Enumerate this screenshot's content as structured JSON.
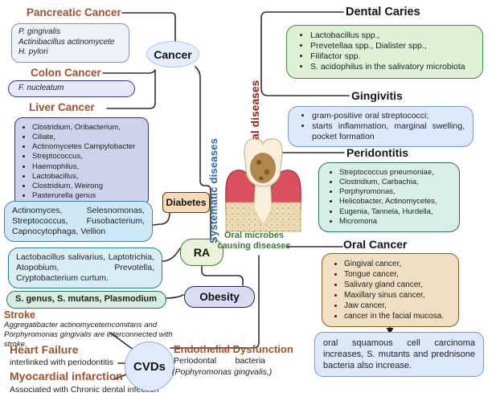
{
  "title_caption": "Oral microbes causing diseases",
  "colors": {
    "heading_brown": "#a5502c",
    "oral_diseases_red": "#a21616",
    "systematic_blue": "#2b66ad",
    "microbes_green": "#3a7a35",
    "connector_line": "#2e2e2e",
    "cancer_node_fill": "#e7eefb",
    "diabetes_node_fill": "#f4dab8",
    "ra_node_fill": "#e9f3da",
    "obesity_node_fill": "#d9dcf1",
    "cvds_node_fill": "#dfeafa"
  },
  "nodes": {
    "cancer": "Cancer",
    "diabetes": "Diabetes",
    "ra": "RA",
    "obesity": "Obesity",
    "cvds": "CVDs"
  },
  "axis_labels": {
    "systematic": "Systematic diseases",
    "oral": "Oral diseases"
  },
  "left": {
    "pancreatic": {
      "title": "Pancreatic Cancer",
      "items": [
        "P. gingivalis",
        "Actinibacillus actinomycete",
        "H. pylori"
      ]
    },
    "colon": {
      "title": "Colon Cancer",
      "item": "F. nucleatum"
    },
    "liver": {
      "title": "Liver Cancer",
      "items": [
        "Clostridium, Oribacterium,",
        "Ciliate,",
        "Actinomycetes Campylobacter",
        "Streptococcus,",
        "Haemophilus,",
        "Lactobacillus,",
        "Clostridium, Weirong",
        "Pasterurella genus"
      ]
    },
    "actinomyces_box": "Actinomyces, Selesnomonas, Streptococcus, Fusobacterium, Capnocytophaga, Vellion",
    "lactobacillus_box": "Lactobacillus salivarius, Laptotrichia, Atopobium, Prevotella, Cryptobacterium curtum.",
    "sgenus_box": "S. genus, S. mutans,  Plasmodium",
    "stroke": {
      "title": "Stroke",
      "desc": "Aggregatibacter actinomycetemcomitans and Porphyromonas gingivalis are interconnected with stroke."
    },
    "heart_failure": {
      "title": "Heart Failure",
      "desc": "interlinked with periodontitis"
    },
    "myocardial": {
      "title": "Myocardial infarction",
      "desc": "Associated with Chronic dental infection"
    }
  },
  "center": {
    "tooth_caption": "Oral microbes causing diseases",
    "endothelial": {
      "title": "Endothelial Dysfunction",
      "line1": "Periodontal bacteria",
      "line2": "(Pophyromonas gingvalis,)"
    }
  },
  "right": {
    "dental_caries": {
      "title": "Dental Caries",
      "items": [
        "Lactobacillus spp.,",
        "Prevetellaa spp., Dialister spp.,",
        "Filifactor spp.",
        "S. acidophilus in the salivatory microbiota"
      ]
    },
    "gingivitis": {
      "title": "Gingivitis",
      "items": [
        "gram-positive oral streptococci;",
        "starts inflammation, marginal swelling, pocket formation"
      ]
    },
    "peridontitis": {
      "title": "Peridontitis",
      "items": [
        "Streptococcus pneumoniae,",
        "Clostridium, Carbachia,",
        "Porphyromonas,",
        "Helicobacter, Actinomycetes,",
        "Eugenia, Tannela, Hurdella,",
        "Micromona"
      ]
    },
    "oral_cancer": {
      "title": "Oral Cancer",
      "items": [
        "Gingival cancer,",
        "Tongue cancer,",
        "Salivary gland cancer,",
        "Maxillary sinus cancer,",
        "Jaw cancer,",
        "cancer in the facial mucosa."
      ]
    },
    "carcinoma_box": "oral squamous cell carcinoma increases, S. mutants and prednisone bacteria also increase."
  }
}
